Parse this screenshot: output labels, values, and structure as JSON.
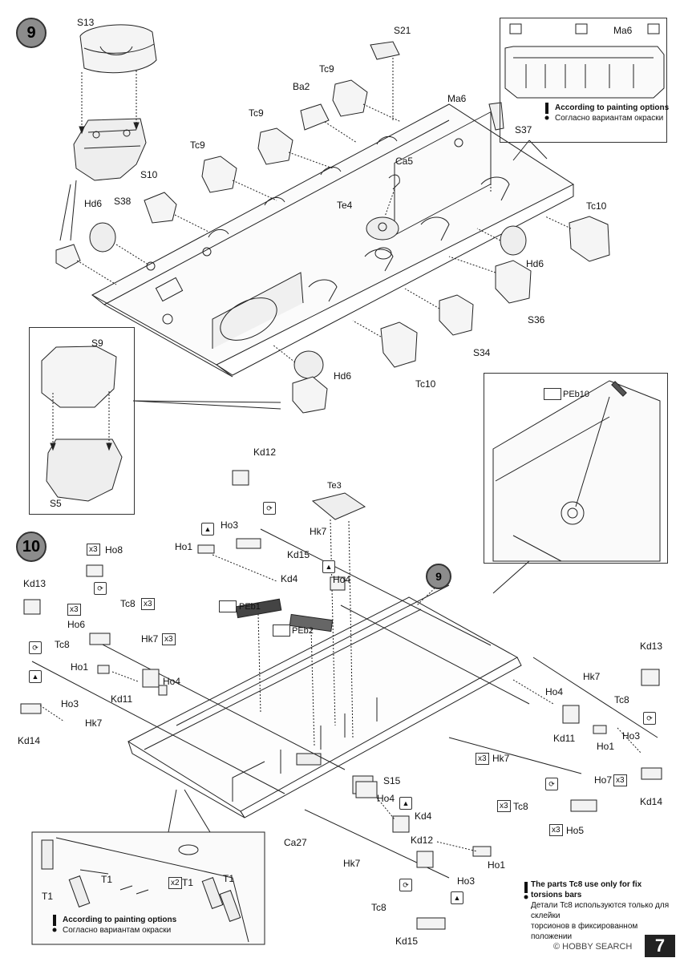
{
  "steps": {
    "step9": "9",
    "step10": "10",
    "ref9": "9"
  },
  "parts_step9": {
    "s13": "S13",
    "s10": "S10",
    "s21": "S21",
    "tc9a": "Tc9",
    "tc9b": "Tc9",
    "tc9c": "Tc9",
    "ba2": "Ba2",
    "ma6": "Ma6",
    "ma6_inset": "Ma6",
    "ca5": "Ca5",
    "te4": "Te4",
    "s38": "S38",
    "hd6a": "Hd6",
    "hd6b": "Hd6",
    "hd6c": "Hd6",
    "s37": "S37",
    "tc10a": "Tc10",
    "tc10b": "Tc10",
    "s36": "S36",
    "s34": "S34",
    "s9": "S9",
    "s5": "S5"
  },
  "parts_step10": {
    "kd12a": "Kd12",
    "kd12b": "Kd12",
    "te3": "Te3",
    "hk7a": "Hk7",
    "hk7b": "Hk7",
    "hk7c": "Hk7",
    "hk7d": "Hk7",
    "hk7e": "Hk7",
    "hk7f": "Hk7",
    "ho1a": "Ho1",
    "ho1b": "Ho1",
    "ho1c": "Ho1",
    "ho1d": "Ho1",
    "ho3a": "Ho3",
    "ho3b": "Ho3",
    "ho3c": "Ho3",
    "ho3d": "Ho3",
    "kd15a": "Kd15",
    "kd15b": "Kd15",
    "kd4a": "Kd4",
    "kd4b": "Kd4",
    "ho4a": "Ho4",
    "ho4b": "Ho4",
    "ho4c": "Ho4",
    "ho4d": "Ho4",
    "ho8": "Ho8",
    "tc8a": "Tc8",
    "tc8b": "Tc8",
    "tc8c": "Tc8",
    "tc8d": "Tc8",
    "tc8e": "Tc8",
    "ho6": "Ho6",
    "kd13a": "Kd13",
    "kd13b": "Kd13",
    "kd11a": "Kd11",
    "kd11b": "Kd11",
    "kd14a": "Kd14",
    "kd14b": "Kd14",
    "peb1": "PEb1",
    "peb2": "PEb2",
    "peb10": "PEb10",
    "s15": "S15",
    "ca27": "Ca27",
    "ho7": "Ho7",
    "ho5": "Ho5",
    "t1a": "T1",
    "t1b": "T1",
    "t1c": "T1",
    "t1d": "T1"
  },
  "multipliers": {
    "x3": "x3",
    "x2": "x2"
  },
  "notes": {
    "painting_en": "According to painting options",
    "painting_ru": "Согласно вариантам окраски",
    "tc8_en": "The parts Tc8 use only for fix torsions bars",
    "tc8_ru1": "Детали Tc8 используются только для склейки",
    "tc8_ru2": "торсионов в фиксированном положении"
  },
  "footer": {
    "watermark": "© HOBBY SEARCH",
    "page": "7"
  }
}
